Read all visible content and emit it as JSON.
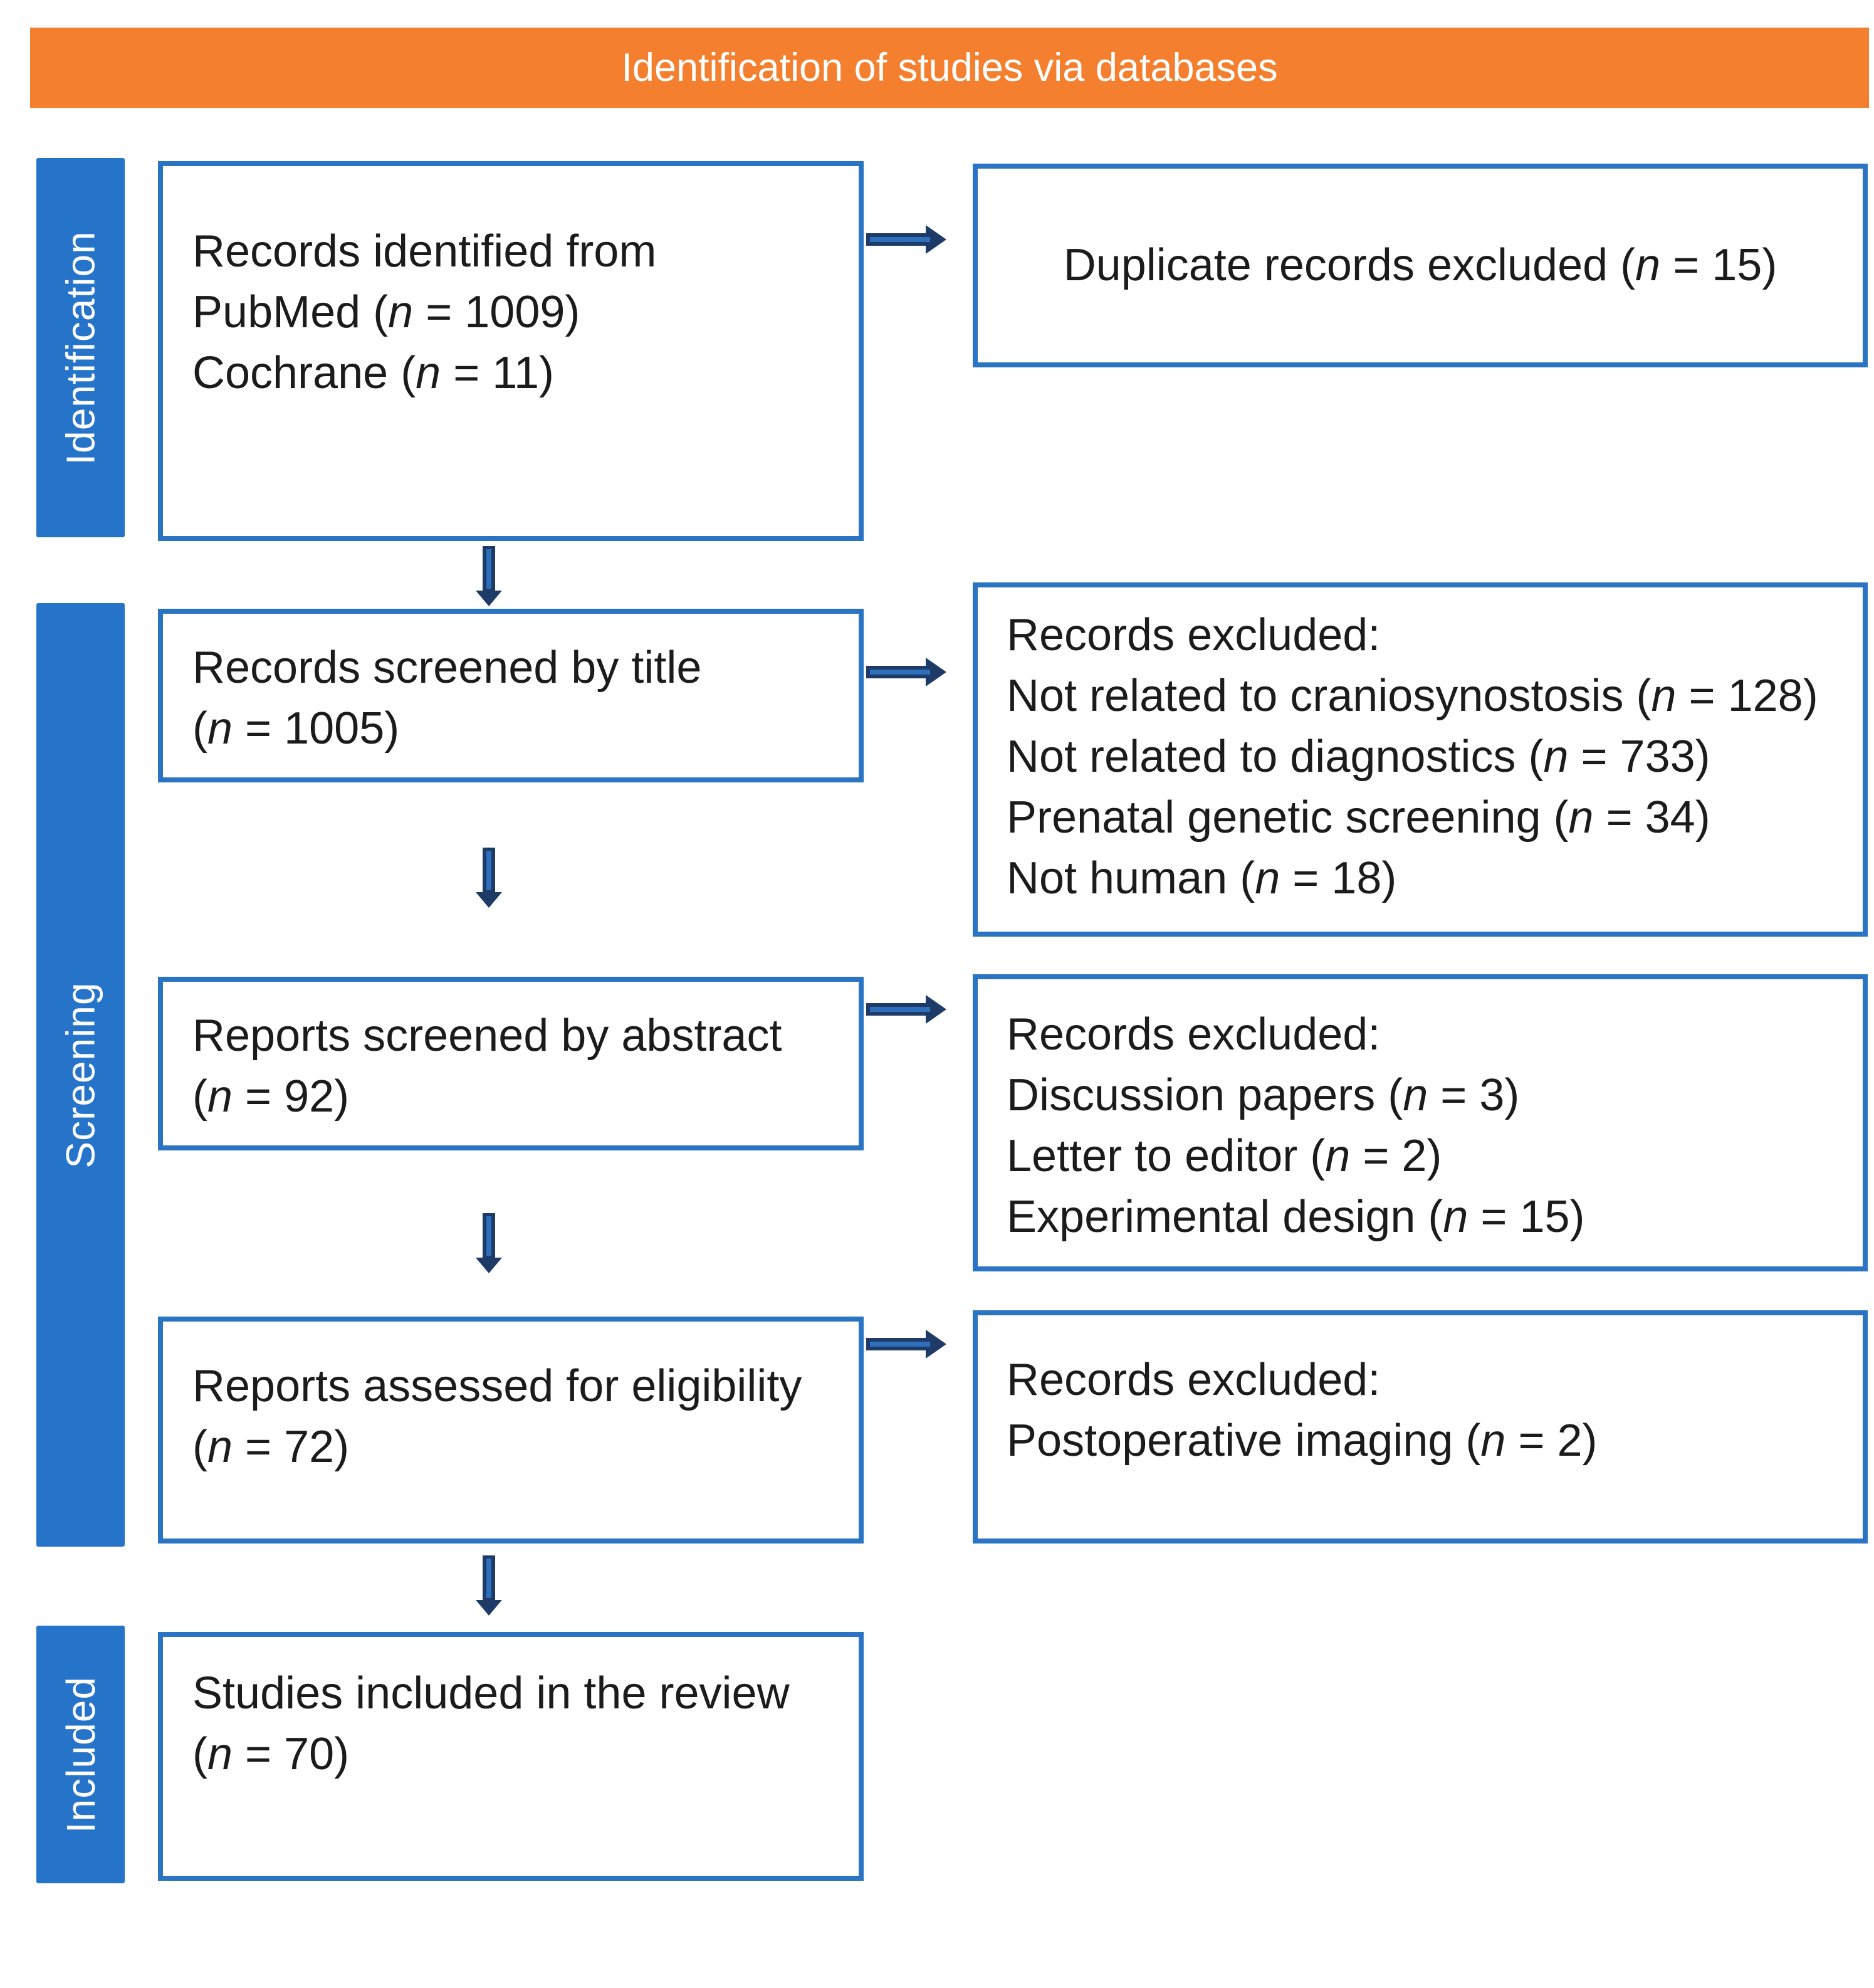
{
  "banner": {
    "title": "Identification of studies via databases"
  },
  "stages": [
    {
      "id": "identification",
      "label": "Identification"
    },
    {
      "id": "screening",
      "label": "Screening"
    },
    {
      "id": "included",
      "label": "Included"
    }
  ],
  "boxes": {
    "records_identified": {
      "lines": [
        "Records identified from",
        "PubMed (n = 1009)",
        "Cochrane (n = 11)"
      ]
    },
    "duplicates_excluded": {
      "lines": [
        "Duplicate records excluded (n = 15)"
      ]
    },
    "screened_title": {
      "lines": [
        "Records screened by title",
        "(n = 1005)"
      ]
    },
    "excluded_after_title": {
      "lines": [
        "Records excluded:",
        "Not related to craniosynostosis (n = 128)",
        "Not related to diagnostics (n = 733)",
        "Prenatal genetic screening (n = 34)",
        "Not human (n = 18)"
      ]
    },
    "screened_abstract": {
      "lines": [
        "Reports screened by abstract",
        "(n = 92)"
      ]
    },
    "excluded_after_abstract": {
      "lines": [
        "Records excluded:",
        "Discussion papers (n = 3)",
        "Letter to editor (n = 2)",
        "Experimental design (n = 15)"
      ]
    },
    "assessed_eligibility": {
      "lines": [
        "Reports assessed for eligibility",
        "(n = 72)"
      ]
    },
    "excluded_after_eligibility": {
      "lines": [
        "Records excluded:",
        "Postoperative imaging (n = 2)"
      ]
    },
    "included_review": {
      "lines": [
        "Studies included in the review",
        "(n = 70)"
      ]
    }
  },
  "colors": {
    "banner_bg": "#F4802F",
    "stage_bg": "#2574C9",
    "box_border": "#2B74C4",
    "arrow_dark": "#1E3A67",
    "arrow_light": "#2E6FBC",
    "text": "#1B1B1B"
  }
}
